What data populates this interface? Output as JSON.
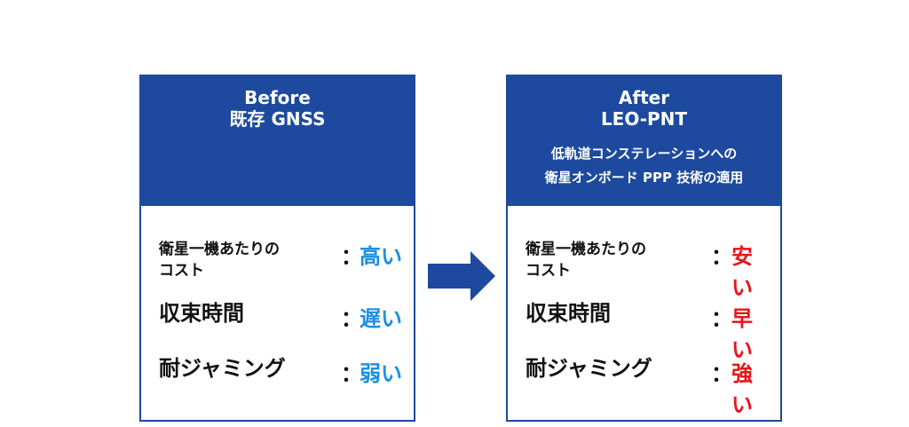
{
  "before": {
    "title": "Before",
    "subtitle": "既存 GNSS",
    "rows": [
      {
        "label_line1": "衛星一機あたりの",
        "label_line2": "コスト",
        "value": "高い"
      },
      {
        "label": "収束時間",
        "value": "遅い"
      },
      {
        "label": "耐ジャミング",
        "value": "弱い"
      }
    ]
  },
  "after": {
    "title": "After",
    "subtitle": "LEO-PNT",
    "description_line1": "低軌道コンステレーションへの",
    "description_line2": "衛星オンボード PPP 技術の適用",
    "rows": [
      {
        "label_line1": "衛星一機あたりの",
        "label_line2": "コスト",
        "value": "安い"
      },
      {
        "label": "収束時間",
        "value": "早い"
      },
      {
        "label": "耐ジャミング",
        "value": "強い"
      }
    ]
  },
  "separator": "：",
  "colors": {
    "panel_blue": "#1d4a9e",
    "value_blue": "#1a8fe3",
    "value_red": "#e8141a"
  }
}
